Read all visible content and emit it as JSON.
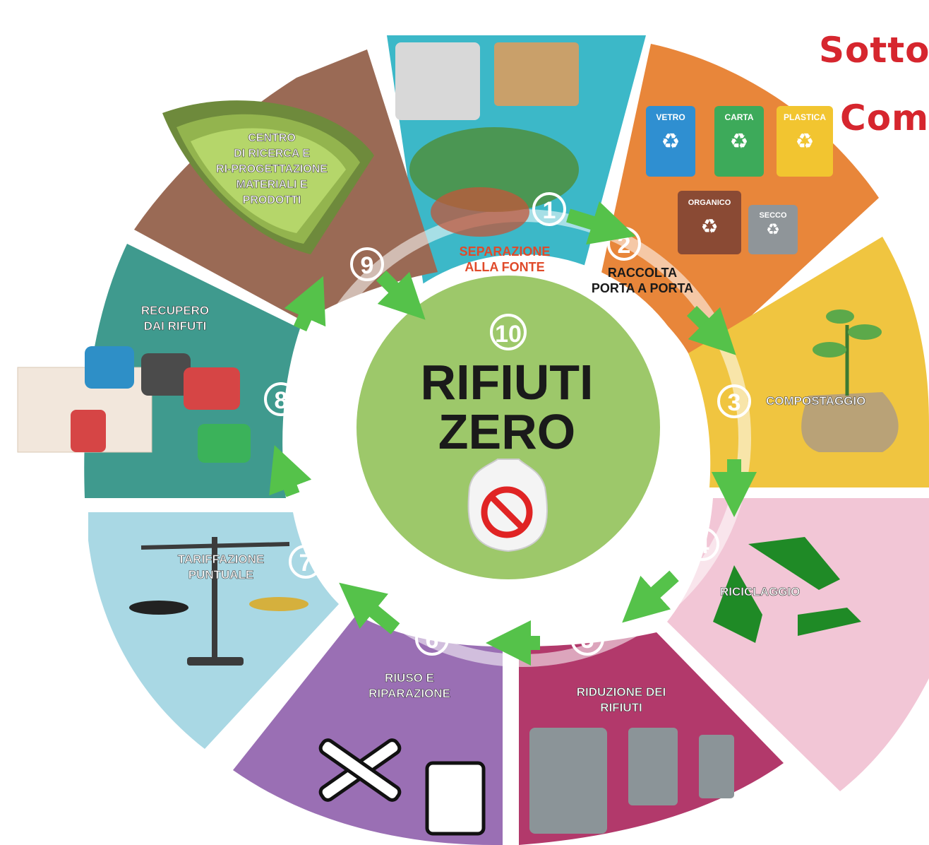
{
  "header": {
    "line1": "Sotto",
    "line2": "Com"
  },
  "center": {
    "number": "10",
    "title_line1": "RIFIUTI",
    "title_line2": "ZERO"
  },
  "steps": [
    {
      "number": "1",
      "label_lines": [
        "SEPARAZIONE",
        "ALLA FONTE"
      ],
      "color": "#35b7c5"
    },
    {
      "number": "2",
      "label_lines": [
        "RACCOLTA",
        "PORTA A PORTA"
      ],
      "color": "#e8863a"
    },
    {
      "number": "3",
      "label_lines": [
        "COMPOSTAGGIO"
      ],
      "color": "#f0c540"
    },
    {
      "number": "4",
      "label_lines": [
        "RICICLAGGIO"
      ],
      "color": "#f2c6d6"
    },
    {
      "number": "5",
      "label_lines": [
        "RIDUZIONE DEI",
        "RIFIUTI"
      ],
      "color": "#b2396b"
    },
    {
      "number": "6",
      "label_lines": [
        "RIUSO E",
        "RIPARAZIONE"
      ],
      "color": "#9a6fb4"
    },
    {
      "number": "7",
      "label_lines": [
        "TARIFFAZIONE",
        "PUNTUALE"
      ],
      "color": "#a9d8e4"
    },
    {
      "number": "8",
      "label_lines": [
        "RECUPERO",
        "DAI RIFUTI"
      ],
      "color": "#3f9a8e"
    },
    {
      "number": "9",
      "label_lines": [
        "CENTRO",
        "DI RICERCA E",
        "RI-PROGETTAZIONE",
        "MATERIALI E",
        "PRODOTTI"
      ],
      "color": "#9a6a55"
    }
  ],
  "bins": [
    {
      "label": "VETRO",
      "color": "#2f8fd1"
    },
    {
      "label": "CARTA",
      "color": "#3daa5a"
    },
    {
      "label": "PLASTICA",
      "color": "#f2c530"
    },
    {
      "label": "ORGANICO",
      "color": "#8a4a34"
    },
    {
      "label": "SECCO",
      "color": "#8f9599"
    }
  ]
}
